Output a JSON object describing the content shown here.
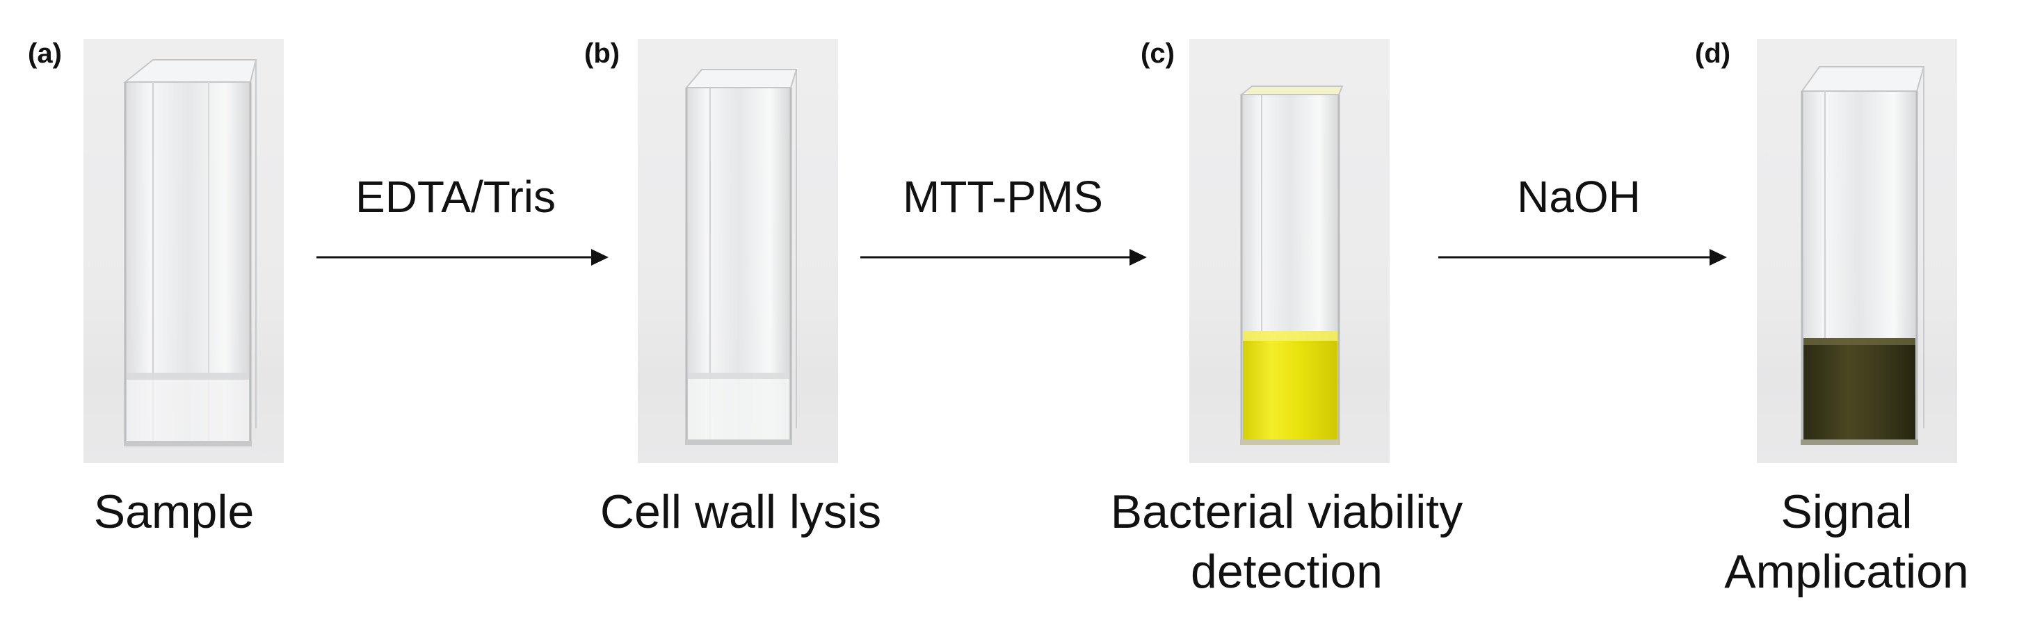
{
  "panels": [
    {
      "letter": "(a)",
      "caption_lines": [
        "Sample"
      ],
      "liquid": "clear"
    },
    {
      "letter": "(b)",
      "caption_lines": [
        "Cell wall lysis"
      ],
      "liquid": "clear"
    },
    {
      "letter": "(c)",
      "caption_lines": [
        "Bacterial viability",
        "detection"
      ],
      "liquid": "yellow"
    },
    {
      "letter": "(d)",
      "caption_lines": [
        "Signal",
        "Amplication"
      ],
      "liquid": "dark-olive"
    }
  ],
  "steps": [
    {
      "reagent": "EDTA/Tris"
    },
    {
      "reagent": "MTT-PMS"
    },
    {
      "reagent": "NaOH"
    }
  ],
  "colors": {
    "arrow": "#111111",
    "yellow_liquid": "#e9e20c",
    "dark_liquid": "#3c3a1c",
    "photo_background": "#ececed"
  }
}
